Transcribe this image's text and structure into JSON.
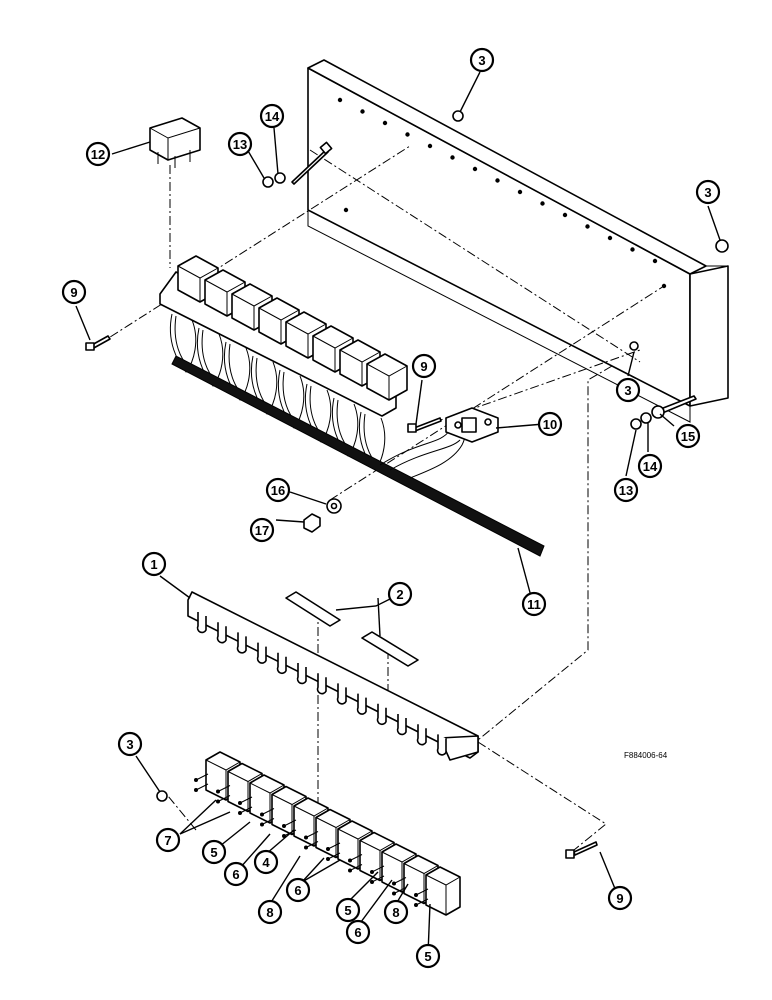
{
  "figure": {
    "code": "F884006-64"
  },
  "callouts": [
    {
      "id": "c3a",
      "label": "3"
    },
    {
      "id": "c14a",
      "label": "14"
    },
    {
      "id": "c13a",
      "label": "13"
    },
    {
      "id": "c12",
      "label": "12"
    },
    {
      "id": "c3b",
      "label": "3"
    },
    {
      "id": "c9a",
      "label": "9"
    },
    {
      "id": "c9b",
      "label": "9"
    },
    {
      "id": "c10",
      "label": "10"
    },
    {
      "id": "c3c",
      "label": "3"
    },
    {
      "id": "c15",
      "label": "15"
    },
    {
      "id": "c14b",
      "label": "14"
    },
    {
      "id": "c13b",
      "label": "13"
    },
    {
      "id": "c16",
      "label": "16"
    },
    {
      "id": "c17",
      "label": "17"
    },
    {
      "id": "c11",
      "label": "11"
    },
    {
      "id": "c1",
      "label": "1"
    },
    {
      "id": "c2",
      "label": "2"
    },
    {
      "id": "c3d",
      "label": "3"
    },
    {
      "id": "c7",
      "label": "7"
    },
    {
      "id": "c5a",
      "label": "5"
    },
    {
      "id": "c6a",
      "label": "6"
    },
    {
      "id": "c4",
      "label": "4"
    },
    {
      "id": "c8a",
      "label": "8"
    },
    {
      "id": "c6b",
      "label": "6"
    },
    {
      "id": "c5b",
      "label": "5"
    },
    {
      "id": "c6c",
      "label": "6"
    },
    {
      "id": "c8b",
      "label": "8"
    },
    {
      "id": "c5c",
      "label": "5"
    },
    {
      "id": "c9c",
      "label": "9"
    }
  ]
}
